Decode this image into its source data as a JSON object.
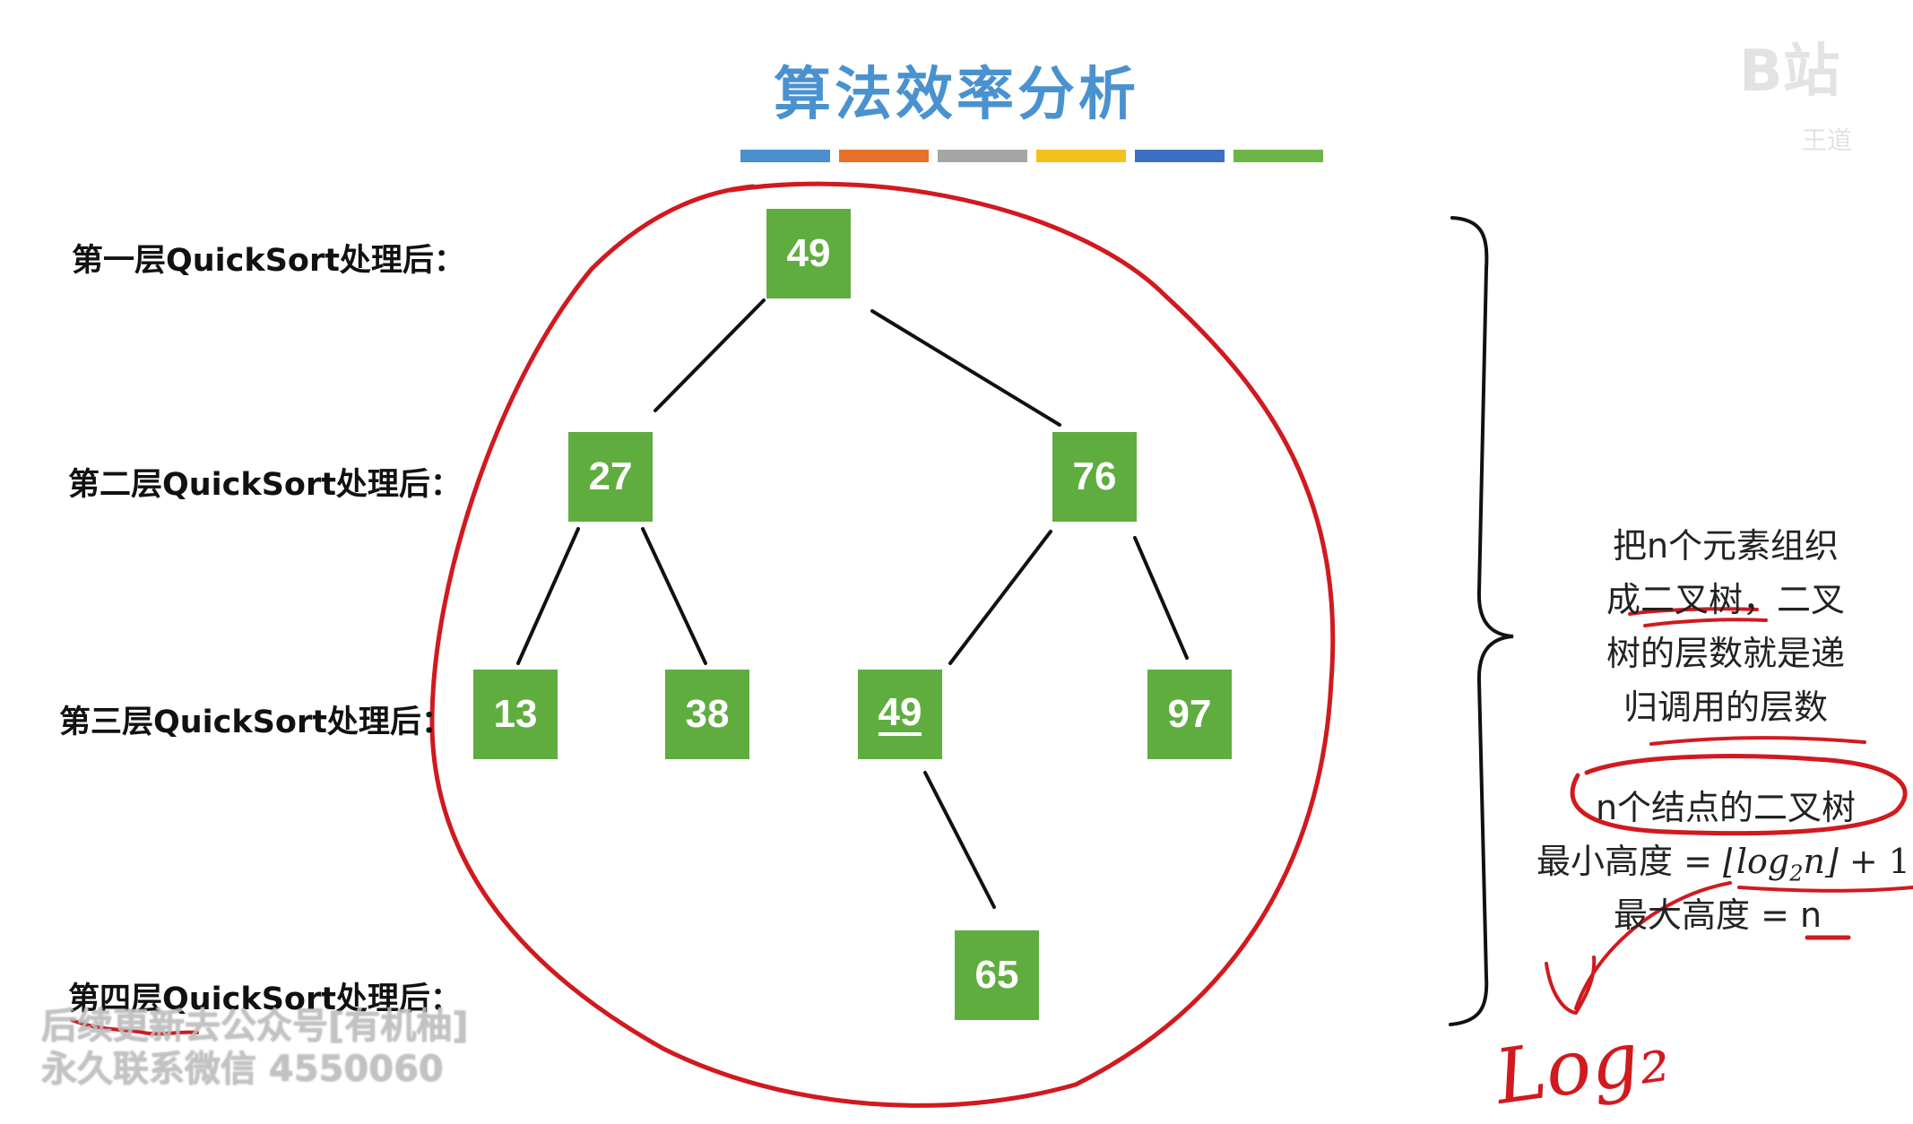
{
  "title": "算法效率分析",
  "color_bars": [
    "#4a8fd0",
    "#e8702a",
    "#a5a5a5",
    "#f4c01a",
    "#3d6fc4",
    "#6cb645"
  ],
  "levels": [
    "第一层QuickSort处理后：",
    "第二层QuickSort处理后：",
    "第三层QuickSort处理后：",
    "第四层QuickSort处理后："
  ],
  "nodes": {
    "root": "49",
    "l2_left": "27",
    "l2_right": "76",
    "l3_a": "13",
    "l3_b": "38",
    "l3_c": "49",
    "l3_d": "97",
    "l4": "65"
  },
  "note": {
    "line1": "把n个元素组织",
    "line2": "成二叉树，二叉",
    "line3": "树的层数就是递",
    "line4": "归调用的层数",
    "circled": "n个结点的二叉树",
    "min_label": "最小高度 = ",
    "min_expr_log": "log",
    "min_expr_sub": "2",
    "min_expr_n": "n",
    "min_expr_plus": " + 1",
    "max_label": "最大高度 = n"
  },
  "handwriting": "Log₂",
  "watermark": {
    "line1": "后续更新去公众号[有机柚]",
    "line2": "永久联系微信 4550060",
    "logo": "B站",
    "logo_sub": "王道"
  },
  "colors": {
    "node_green": "#5fad3f",
    "title_blue": "#4a92cf",
    "annotation_red": "#d01a1f"
  }
}
